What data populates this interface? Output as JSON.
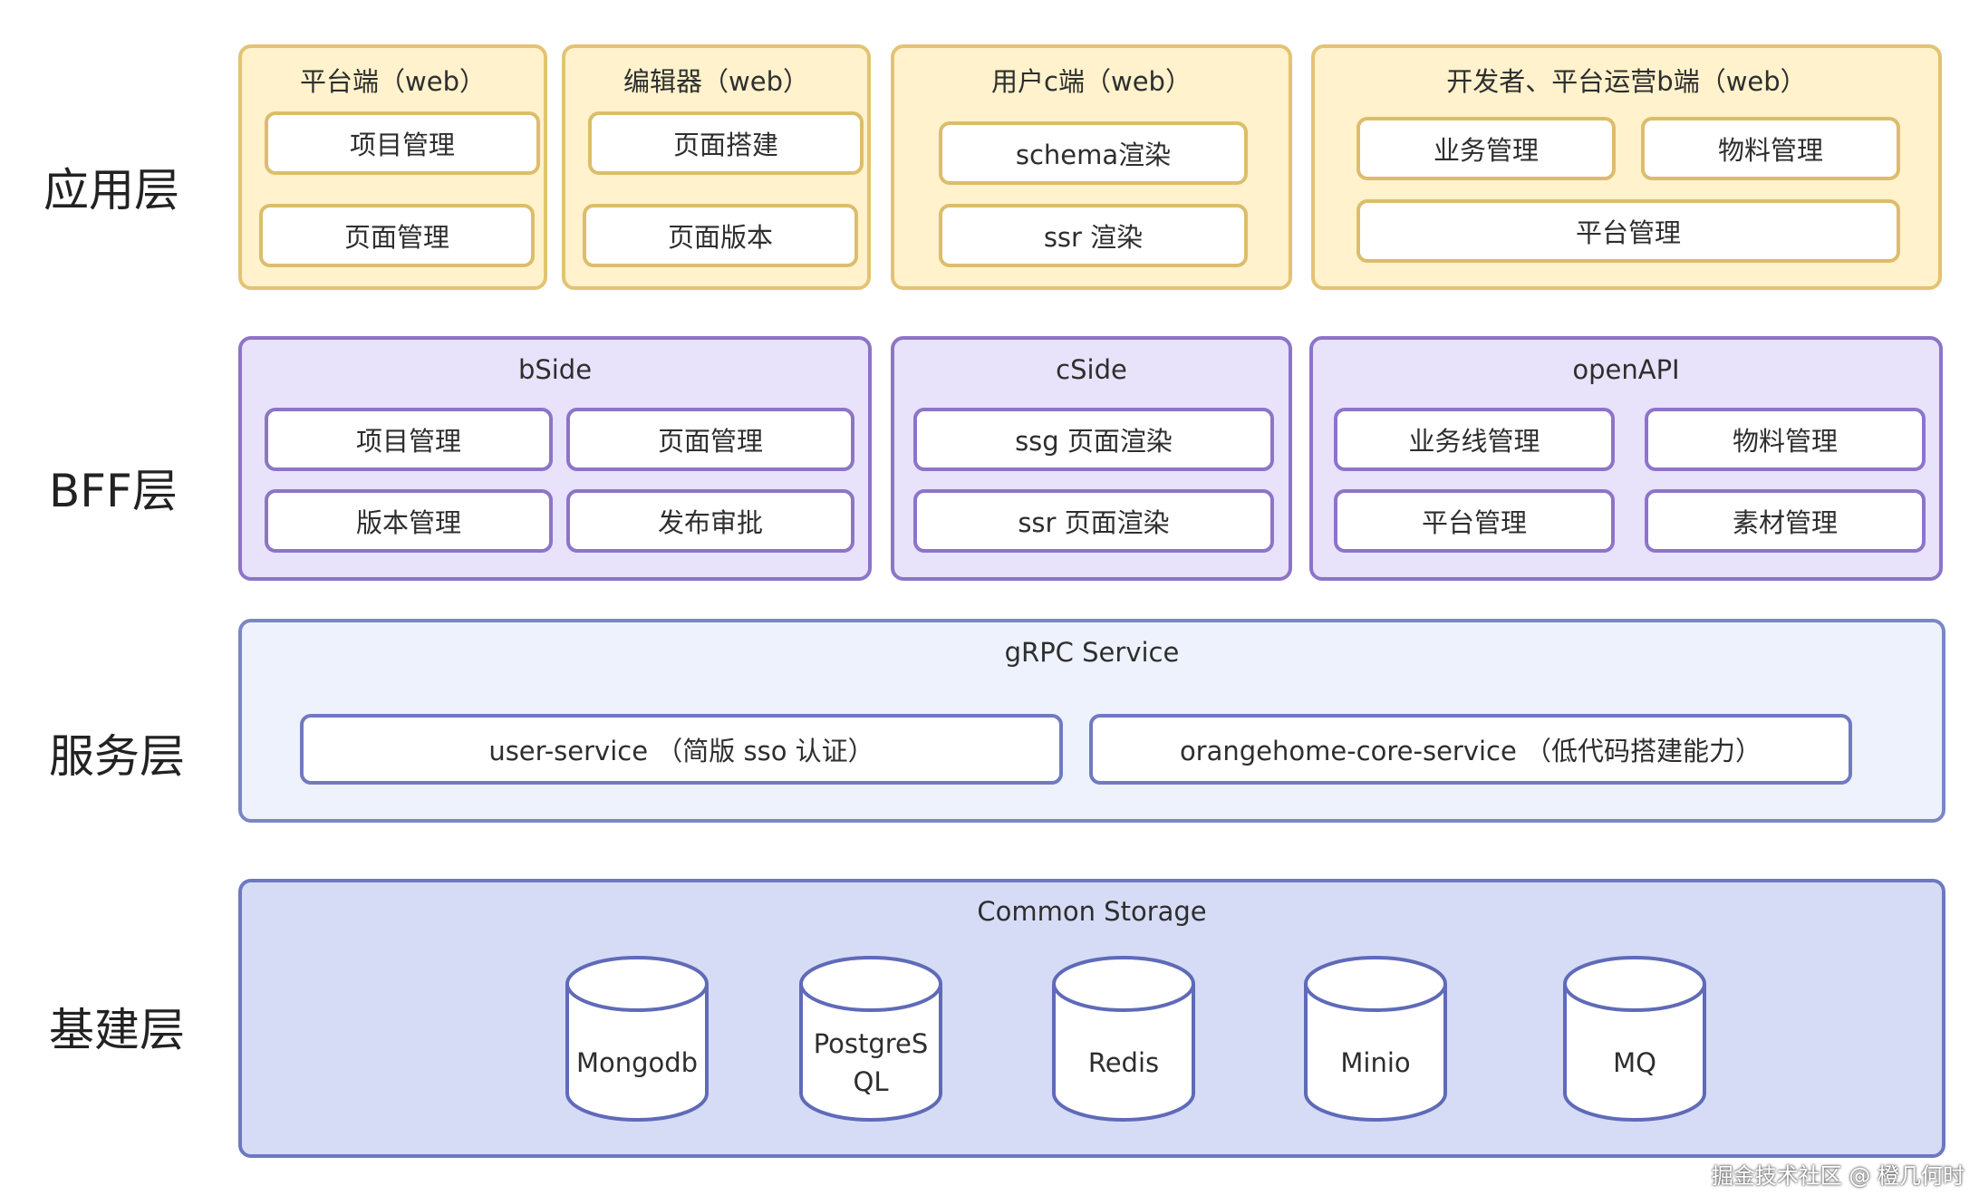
{
  "layers": {
    "app": "应用层",
    "bff": "BFF层",
    "service": "服务层",
    "base": "基建层"
  },
  "app_layer": {
    "platform": {
      "title": "平台端（web）",
      "items": [
        "项目管理",
        "页面管理"
      ]
    },
    "editor": {
      "title": "编辑器（web）",
      "items": [
        "页面搭建",
        "页面版本"
      ]
    },
    "user_c": {
      "title": "用户c端（web）",
      "items": [
        "schema渲染",
        "ssr 渲染"
      ]
    },
    "dev_ops": {
      "title": "开发者、平台运营b端（web）",
      "items": [
        "业务管理",
        "物料管理",
        "平台管理"
      ]
    }
  },
  "bff_layer": {
    "bside": {
      "title": "bSide",
      "items": [
        "项目管理",
        "页面管理",
        "版本管理",
        "发布审批"
      ]
    },
    "cside": {
      "title": "cSide",
      "items": [
        "ssg 页面渲染",
        "ssr 页面渲染"
      ]
    },
    "openapi": {
      "title": "openAPI",
      "items": [
        "业务线管理",
        "物料管理",
        "平台管理",
        "素材管理"
      ]
    }
  },
  "service_layer": {
    "title": "gRPC Service",
    "items": [
      "user-service （简版 sso 认证）",
      "orangehome-core-service （低代码搭建能力）"
    ]
  },
  "base_layer": {
    "title": "Common Storage",
    "items": [
      "Mongodb",
      "PostgreS\nQL",
      "Redis",
      "Minio",
      "MQ"
    ]
  },
  "watermark": "掘金技术社区 @ 橙几何时",
  "colors": {
    "app_fill": "#fff2cc",
    "app_stroke": "#e3c373",
    "bff_fill": "#e8e2fb",
    "bff_stroke": "#8d74c9",
    "svc_fill": "#eef2fd",
    "svc_stroke": "#7b86c6",
    "base_fill": "#d6dcf5",
    "base_stroke": "#6e78c0"
  }
}
